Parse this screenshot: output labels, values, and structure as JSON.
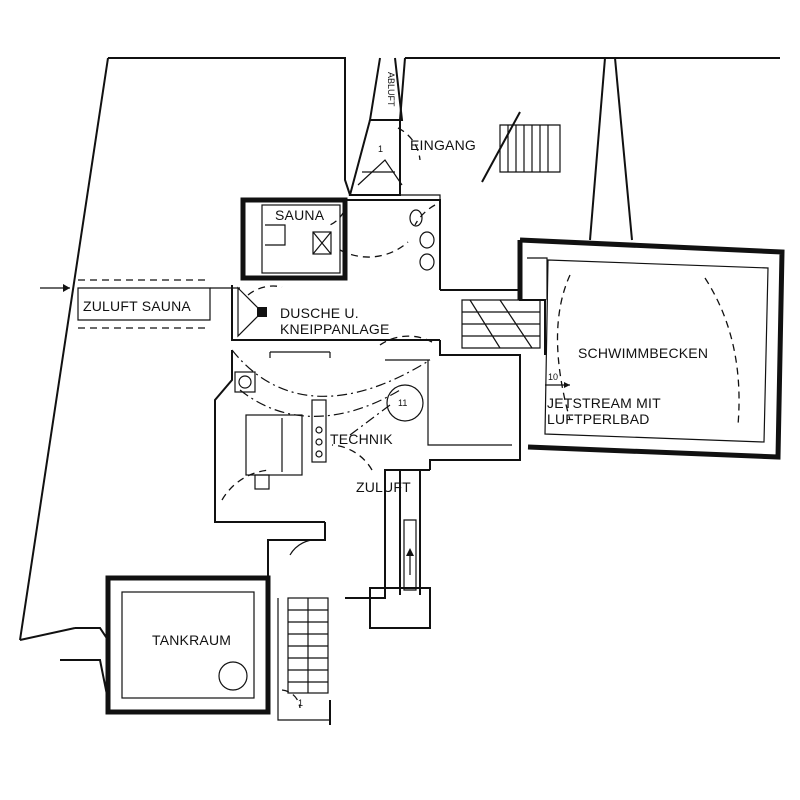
{
  "labels": {
    "abluft": "ABLUFT",
    "eingang": "EINGANG",
    "sauna": "SAUNA",
    "zuluft_sauna": "ZULUFT SAUNA",
    "dusche_line1": "DUSCHE U.",
    "dusche_line2": "KNEIPPANLAGE",
    "schwimmbecken": "SCHWIMMBECKEN",
    "jetstream_line1": "JETSTREAM MIT",
    "jetstream_line2": "LUFTPERLBAD",
    "technik": "TECHNIK",
    "zuluft": "ZULUFT",
    "tankraum": "TANKRAUM"
  },
  "marks": {
    "step_entrance": "1",
    "step_tank": "1",
    "valve_11": "11",
    "pipe_10": "10"
  }
}
